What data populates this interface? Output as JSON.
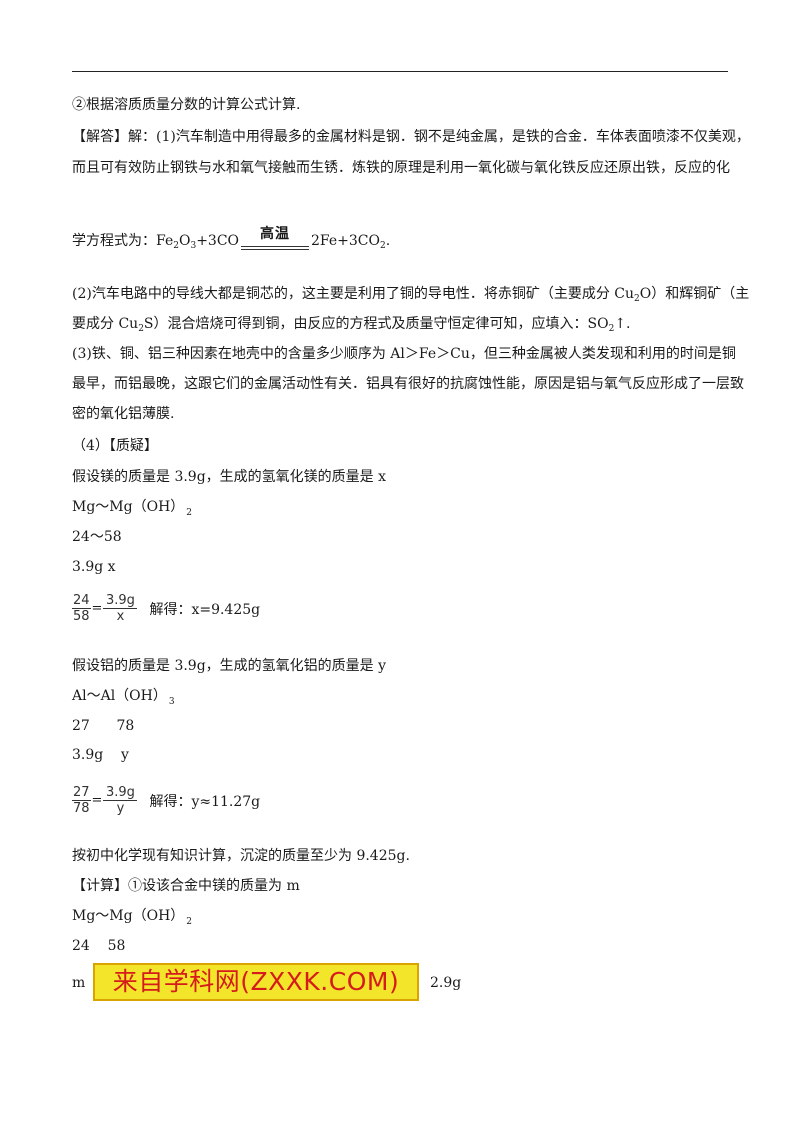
{
  "lines": {
    "l1": "②根据溶质质量分数的计算公式计算.",
    "l2": "【解答】解：(1)汽车制造中用得最多的金属材料是钢．钢不是纯金属，是铁的合金．车体表面喷漆不仅美观，",
    "l3": "而且可有效防止钢铁与水和氧气接触而生锈．炼铁的原理是利用一氧化碳与氧化铁反应还原出铁，反应的化",
    "l4_pre": "学方程式为：Fe",
    "l4_sub1": "2",
    "l4_o": "O",
    "l4_sub2": "3",
    "l4_mid": "+3CO",
    "l4_cond": "高温",
    "l4_post": "2Fe+3CO",
    "l4_sub3": "2",
    "l4_end": ".",
    "l5_pre": "(2)汽车电路中的导线大都是铜芯的，这主要是利用了铜的导电性．将赤铜矿（主要成分 Cu",
    "l5_sub1": "2",
    "l5_post": "O）和辉铜矿（主",
    "l6_pre": "要成分 Cu",
    "l6_sub1": "2",
    "l6_mid": "S）混合焙烧可得到铜，由反应的方程式及质量守恒定律可知，应填入：SO",
    "l6_sub2": "2",
    "l6_end": "↑.",
    "l7": "(3)铁、铜、铝三种因素在地壳中的含量多少顺序为 Al＞Fe＞Cu，但三种金属被人类发现和利用的时间是铜",
    "l8": "最早，而铝最晚，这跟它们的金属活动性有关．铝具有很好的抗腐蚀性能，原因是铝与氧气反应形成了一层致",
    "l9": "密的氧化铝薄膜.",
    "l10": "（4）【质疑】",
    "l11": "假设镁的质量是 3.9g，生成的氢氧化镁的质量是 x",
    "l12": "Mg～Mg（OH）",
    "l12_sub": "2",
    "l13": "24～58",
    "l14": "3.9g  x",
    "f1": {
      "num1": "24",
      "den1": "58",
      "eq": "=",
      "num2": "3.9g",
      "den2": "x",
      "solve": "解得：x=9.425g"
    },
    "l15": "假设铝的质量是 3.9g，生成的氢氧化铝的质量是 y",
    "l16": "Al～Al（OH）",
    "l16_sub": "3",
    "l17": "27      78",
    "l18": "3.9g    y",
    "f2": {
      "num1": "27",
      "den1": "78",
      "eq": "=",
      "num2": "3.9g",
      "den2": "y",
      "solve": "解得：y≈11.27g"
    },
    "l19": "按初中化学现有知识计算，沉淀的质量至少为 9.425g.",
    "l20": "【计算】①设该合金中镁的质量为 m",
    "l21": "Mg～Mg（OH）",
    "l21_sub": "2",
    "l22": "24    58",
    "l23_pre": "m",
    "l23_post": "2.9g"
  },
  "watermark": {
    "text": "来自学科网(ZXXK.COM)"
  }
}
